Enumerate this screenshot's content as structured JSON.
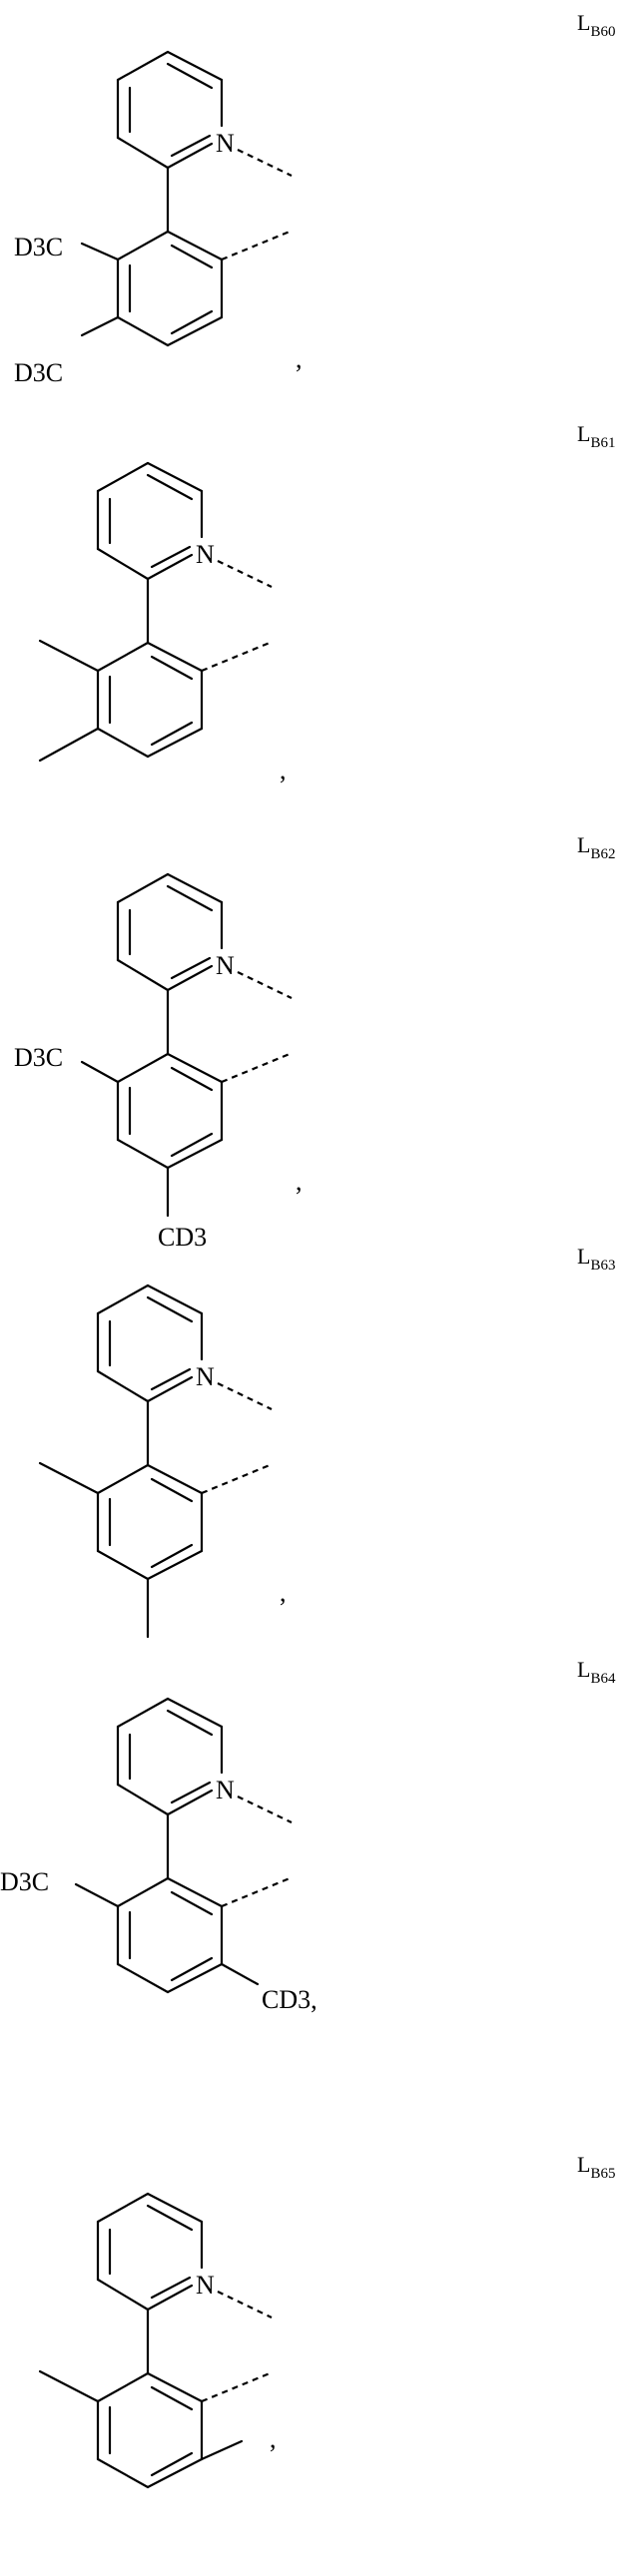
{
  "ligands": [
    {
      "id": "L_B60",
      "label": {
        "main": "L",
        "sub": "B60"
      },
      "subs": {
        "a": "D3C",
        "b": "D3C"
      },
      "sep": ","
    },
    {
      "id": "L_B61",
      "label": {
        "main": "L",
        "sub": "B61"
      },
      "subs": {},
      "sep": ","
    },
    {
      "id": "L_B62",
      "label": {
        "main": "L",
        "sub": "B62"
      },
      "subs": {
        "a": "D3C",
        "c": "CD3"
      },
      "sep": ","
    },
    {
      "id": "L_B63",
      "label": {
        "main": "L",
        "sub": "B63"
      },
      "subs": {},
      "sep": ","
    },
    {
      "id": "L_B64",
      "label": {
        "main": "L",
        "sub": "B64"
      },
      "subs": {
        "a": "D3C",
        "c": "CD3,"
      },
      "sep": ""
    },
    {
      "id": "L_B65",
      "label": {
        "main": "L",
        "sub": "B65"
      },
      "subs": {},
      "sep": ","
    }
  ],
  "atoms": {
    "nitrogen": "N"
  }
}
